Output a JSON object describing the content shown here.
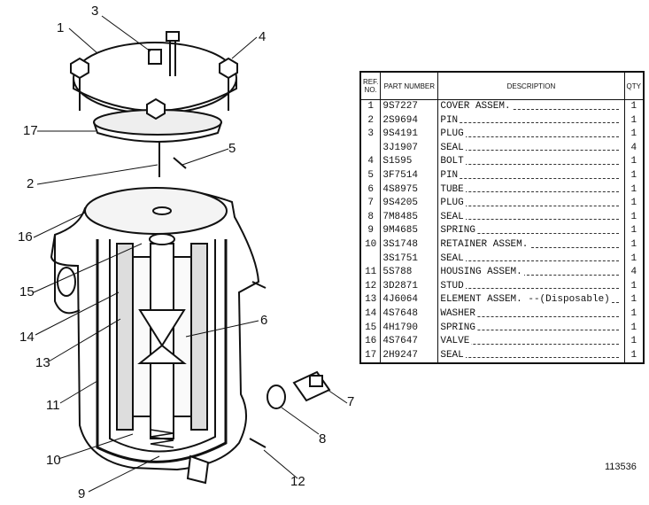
{
  "callouts": [
    {
      "id": "1",
      "text": "1"
    },
    {
      "id": "2",
      "text": "2"
    },
    {
      "id": "3",
      "text": "3"
    },
    {
      "id": "4",
      "text": "4"
    },
    {
      "id": "5",
      "text": "5"
    },
    {
      "id": "6",
      "text": "6"
    },
    {
      "id": "7",
      "text": "7"
    },
    {
      "id": "8",
      "text": "8"
    },
    {
      "id": "9",
      "text": "9"
    },
    {
      "id": "10",
      "text": "10"
    },
    {
      "id": "11",
      "text": "11"
    },
    {
      "id": "12",
      "text": "12"
    },
    {
      "id": "13",
      "text": "13"
    },
    {
      "id": "14",
      "text": "14"
    },
    {
      "id": "15",
      "text": "15"
    },
    {
      "id": "16",
      "text": "16"
    },
    {
      "id": "17",
      "text": "17"
    }
  ],
  "table": {
    "headers": {
      "ref": "REF. NO.",
      "part": "PART NUMBER",
      "description": "DESCRIPTION",
      "qty": "QTY"
    },
    "rows": [
      {
        "ref": "1",
        "part": "9S7227",
        "description": "COVER ASSEM.",
        "qty": "1"
      },
      {
        "ref": "2",
        "part": "2S9694",
        "description": "PIN",
        "qty": "1"
      },
      {
        "ref": "3",
        "part": "9S4191",
        "description": "PLUG",
        "qty": "1"
      },
      {
        "ref": "",
        "part": "3J1907",
        "description": "SEAL",
        "qty": "4"
      },
      {
        "ref": "4",
        "part": "S1595",
        "description": "BOLT",
        "qty": "1"
      },
      {
        "ref": "5",
        "part": "3F7514",
        "description": "PIN",
        "qty": "1"
      },
      {
        "ref": "6",
        "part": "4S8975",
        "description": "TUBE",
        "qty": "1"
      },
      {
        "ref": "7",
        "part": "9S4205",
        "description": "PLUG",
        "qty": "1"
      },
      {
        "ref": "8",
        "part": "7M8485",
        "description": "SEAL",
        "qty": "1"
      },
      {
        "ref": "9",
        "part": "9M4685",
        "description": "SPRING",
        "qty": "1"
      },
      {
        "ref": "10",
        "part": "3S1748",
        "description": "RETAINER ASSEM.",
        "qty": "1"
      },
      {
        "ref": "",
        "part": "3S1751",
        "description": "SEAL",
        "qty": "1"
      },
      {
        "ref": "11",
        "part": "5S788",
        "description": "HOUSING ASSEM.",
        "qty": "4"
      },
      {
        "ref": "12",
        "part": "3D2871",
        "description": "STUD",
        "qty": "1"
      },
      {
        "ref": "13",
        "part": "4J6064",
        "description": "ELEMENT ASSEM. --(Disposable)",
        "qty": "1"
      },
      {
        "ref": "14",
        "part": "4S7648",
        "description": "WASHER",
        "qty": "1"
      },
      {
        "ref": "15",
        "part": "4H1790",
        "description": "SPRING",
        "qty": "1"
      },
      {
        "ref": "16",
        "part": "4S7647",
        "description": "VALVE",
        "qty": "1"
      },
      {
        "ref": "17",
        "part": "2H9247",
        "description": "SEAL",
        "qty": "1"
      }
    ]
  },
  "figure_number": "113536"
}
